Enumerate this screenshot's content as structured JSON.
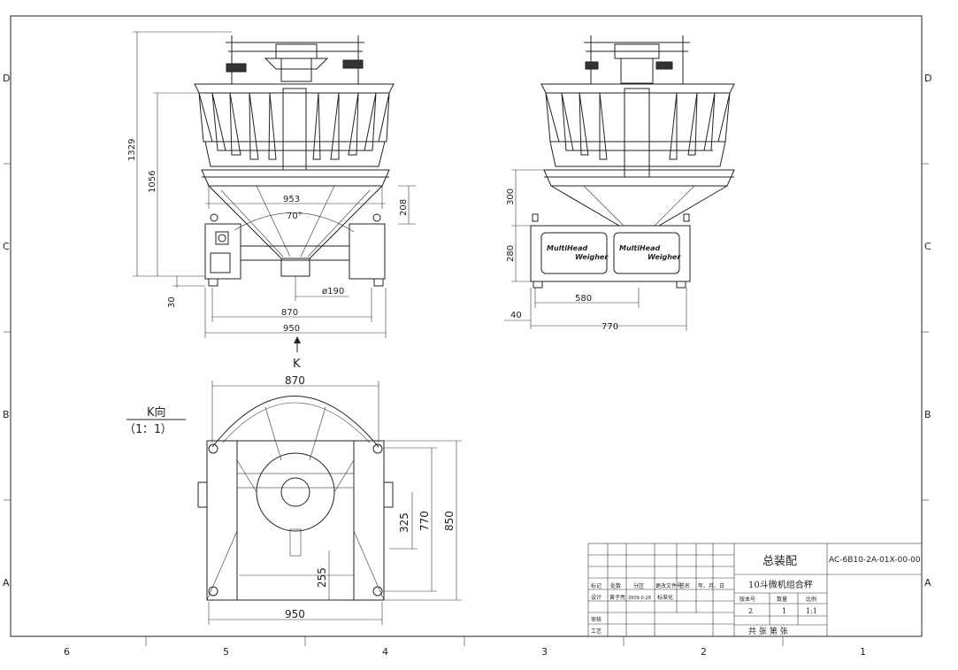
{
  "zones": {
    "top": [
      "6",
      "5",
      "4",
      "3",
      "2",
      "1"
    ],
    "left": [
      "D",
      "C",
      "B",
      "A"
    ],
    "right": [
      "D",
      "C",
      "B",
      "A"
    ]
  },
  "front_view": {
    "dims": {
      "h_total": "1329",
      "h_1056": "1056",
      "w_953": "953",
      "h_208": "208",
      "angle": "70°",
      "dia": "ø190",
      "w_870": "870",
      "w_950": "950",
      "h_30": "30"
    }
  },
  "side_view": {
    "dims": {
      "h_300": "300",
      "h_280": "280",
      "w_580": "580",
      "w_40": "40",
      "w_770": "770"
    },
    "panel_text": [
      "MultiHead",
      "Weigher"
    ]
  },
  "k_arrow": "K",
  "bottom_view": {
    "label_top": "K向",
    "label_bottom": "（1：1）",
    "dims": {
      "w_870": "870",
      "h_325": "325",
      "h_770": "770",
      "h_850": "850",
      "h_255": "255",
      "w_950": "950"
    }
  },
  "title_block": {
    "header_cells": [
      "标记",
      "处数",
      "分区",
      "更改文件号",
      "签名",
      "年、月、日"
    ],
    "row_design": [
      "设计",
      "黄子亮",
      "2009-0-28",
      "标准化"
    ],
    "row_review": "审核",
    "row_process": "工艺",
    "title": "总装配",
    "drawing_no": "AC-6B10-2A-01X-00-00",
    "name": "10斗微机组合秤",
    "col_heads": [
      "版本号",
      "数量",
      "比例"
    ],
    "col_values": [
      "2",
      "1",
      "1:1"
    ],
    "sheet": "共 张 第 张"
  }
}
